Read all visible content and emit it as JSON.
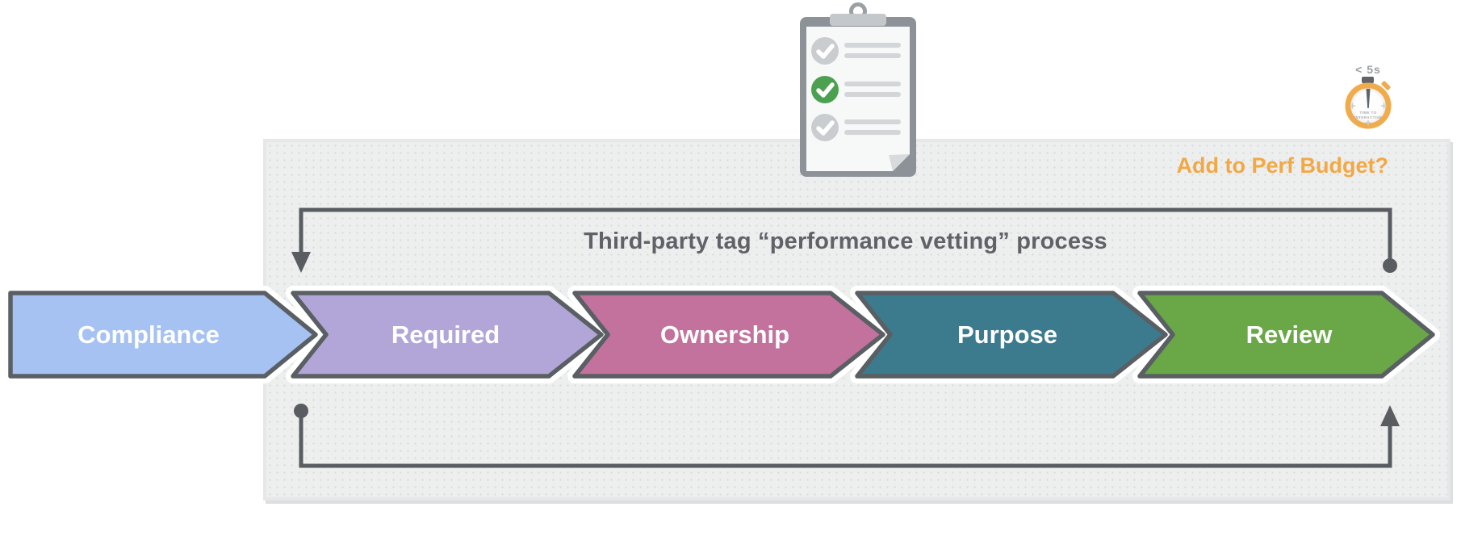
{
  "title": "Third-party tag “performance vetting” process",
  "perf_budget": {
    "label": "Add to Perf Budget?",
    "color": "#F2A843"
  },
  "stopwatch": {
    "time_label": "< 5s",
    "face_label_line1": "TIME TO",
    "face_label_line2": "INTERACTIVE",
    "ring_color": "#F0AC4C"
  },
  "steps": [
    {
      "label": "Compliance",
      "color": "#A5C2F2"
    },
    {
      "label": "Required",
      "color": "#B2A6D8"
    },
    {
      "label": "Ownership",
      "color": "#C2729D"
    },
    {
      "label": "Purpose",
      "color": "#3C7B8E"
    },
    {
      "label": "Review",
      "color": "#69A747"
    }
  ],
  "clipboard": {
    "item_colors": [
      "#C9CDD0",
      "#4CA150",
      "#C9CDD0"
    ],
    "checked_color": "#4CA150",
    "unchecked_color": "#C9CDD0"
  },
  "colors": {
    "chevron_border": "#5A5F63",
    "loop_line": "#595D61",
    "title_text": "#5F6368",
    "panel_bg": "#EDEEEE",
    "panel_dot": "#D9DADB"
  }
}
